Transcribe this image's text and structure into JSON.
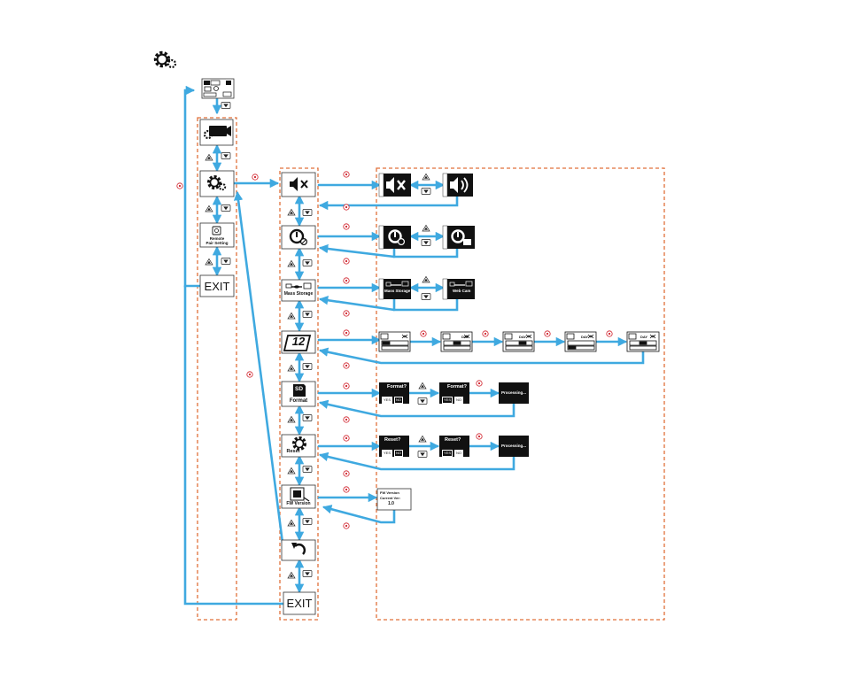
{
  "colors": {
    "connector": "#3fa9e0",
    "group_border": "#e0703a",
    "icon_dark": "#111111",
    "shutter_red": "#d0202a"
  },
  "main_menu": {
    "remote_pair_label_line1": "Remote",
    "remote_pair_label_line2": "Pair Setting",
    "exit_label": "EXIT",
    "icons": [
      "settings-gear-icon",
      "camera-mode-icon",
      "remote-pair-icon"
    ]
  },
  "settings_menu": {
    "mass_storage_label": "Mass Storage",
    "date_icon_text": "12",
    "format_label": "Format",
    "sd_icon_text": "SD",
    "reset_label": "Reset",
    "fw_version_label": "FW Version",
    "exit_label": "EXIT",
    "icons": [
      "mute-speaker-icon",
      "auto-power-off-icon",
      "usb-mode-icon",
      "date-time-icon",
      "format-sd-icon",
      "reset-gear-icon",
      "fw-version-icon",
      "back-arrow-icon"
    ]
  },
  "options": {
    "mass_storage_screen": "Mass Storage",
    "web_cam_screen": "Web Cam",
    "format_prompt": "Format?",
    "reset_prompt": "Reset?",
    "yes_label": "YES",
    "no_label": "NO",
    "processing_text": "Processing...",
    "fw_title_line1": "FW Version",
    "fw_title_line2": "Current Ver:",
    "fw_version_value": "1.0",
    "day_label": "DAY"
  }
}
